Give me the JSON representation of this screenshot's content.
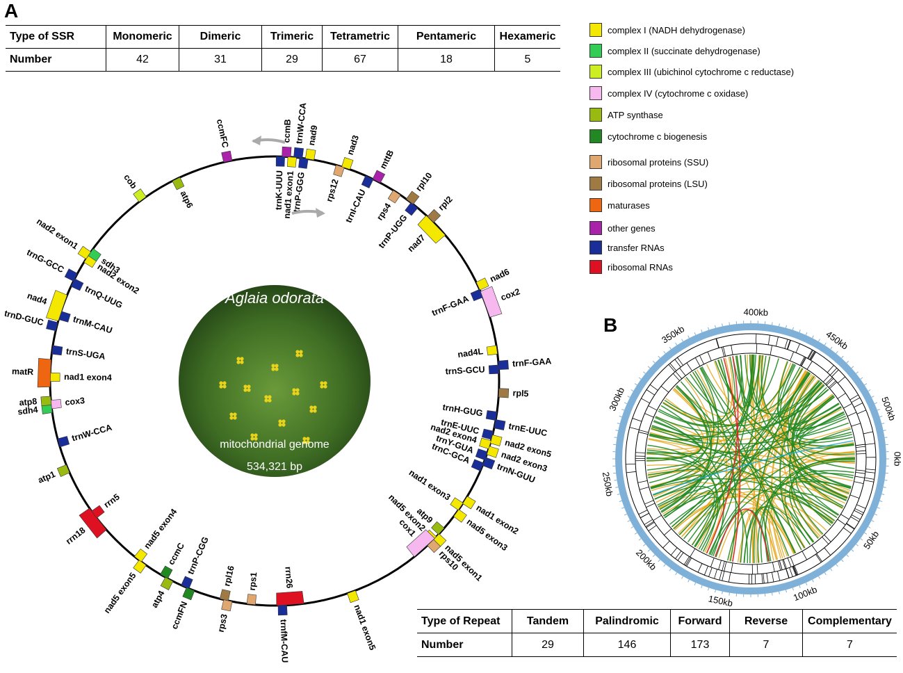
{
  "panel_a": "A",
  "panel_b": "B",
  "ssr_table": {
    "row1_label": "Type of SSR",
    "row2_label": "Number",
    "types": [
      "Monomeric",
      "Dimeric",
      "Trimeric",
      "Tetrametric",
      "Pentameric",
      "Hexameric"
    ],
    "counts": [
      "42",
      "31",
      "29",
      "67",
      "18",
      "5"
    ]
  },
  "repeat_table": {
    "row1_label": "Type of Repeat",
    "row2_label": "Number",
    "types": [
      "Tandem",
      "Palindromic",
      "Forward",
      "Reverse",
      "Complementary"
    ],
    "counts": [
      "29",
      "146",
      "173",
      "7",
      "7"
    ]
  },
  "legend": [
    {
      "label": "complex I (NADH dehydrogenase)",
      "color": "#f5e800"
    },
    {
      "label": "complex II (succinate dehydrogenase)",
      "color": "#33cc55"
    },
    {
      "label": "complex III (ubichinol cytochrome c reductase)",
      "color": "#ccee22"
    },
    {
      "label": "complex IV (cytochrome c oxidase)",
      "color": "#f7b8f0"
    },
    {
      "label": "ATP synthase",
      "color": "#99bb11"
    },
    {
      "label": "cytochrome c biogenesis",
      "color": "#228822"
    },
    {
      "label": "ribosomal proteins (SSU)",
      "color": "#e0a870"
    },
    {
      "label": "ribosomal proteins (LSU)",
      "color": "#a07a45"
    },
    {
      "label": "maturases",
      "color": "#ee6611"
    },
    {
      "label": "other genes",
      "color": "#aa22aa"
    },
    {
      "label": "transfer RNAs",
      "color": "#1a2e99"
    },
    {
      "label": "ribosomal RNAs",
      "color": "#dd1122"
    }
  ],
  "genome_map": {
    "species": "Aglaia odorata",
    "subtitle": "mitochondrial genome",
    "length": "534,321 bp",
    "genes": [
      {
        "name": "nad9",
        "pos": 9,
        "color": "#f5e800"
      },
      {
        "name": "trnP-GGG",
        "pos": 7.5,
        "color": "#1a2e99"
      },
      {
        "name": "trnW-CCA",
        "pos": 6,
        "color": "#1a2e99"
      },
      {
        "name": "nad1 exon1",
        "pos": 4.5,
        "color": "#f5e800"
      },
      {
        "name": "ccmB",
        "pos": 3,
        "color": "#aa22aa"
      },
      {
        "name": "trnK-UUU",
        "pos": 1.5,
        "color": "#1a2e99"
      },
      {
        "name": "ccmFC",
        "pos": 348,
        "color": "#aa22aa"
      },
      {
        "name": "atp6",
        "pos": 334,
        "color": "#99bb11"
      },
      {
        "name": "cob",
        "pos": 324,
        "color": "#ccee22"
      },
      {
        "name": "rps12",
        "pos": 17,
        "color": "#e0a870"
      },
      {
        "name": "nad3",
        "pos": 18.5,
        "color": "#f5e800"
      },
      {
        "name": "trnI-CAU",
        "pos": 25,
        "color": "#1a2e99"
      },
      {
        "name": "mttB",
        "pos": 27,
        "color": "#aa22aa"
      },
      {
        "name": "rps4",
        "pos": 33,
        "color": "#e0a870"
      },
      {
        "name": "rpl10",
        "pos": 37,
        "color": "#a07a45"
      },
      {
        "name": "trnP-UGG",
        "pos": 38.5,
        "color": "#1a2e99"
      },
      {
        "name": "rpl2",
        "pos": 44,
        "color": "#a07a45"
      },
      {
        "name": "nad7",
        "pos": 46,
        "color": "#f5e800"
      },
      {
        "name": "nad6",
        "pos": 65,
        "color": "#f5e800"
      },
      {
        "name": "trnF-GAA",
        "pos": 67,
        "color": "#1a2e99"
      },
      {
        "name": "cox2",
        "pos": 70,
        "color": "#f7b8f0"
      },
      {
        "name": "nad4L",
        "pos": 82,
        "color": "#f5e800"
      },
      {
        "name": "trnF-GAA",
        "pos": 86,
        "color": "#1a2e99"
      },
      {
        "name": "trnS-GCU",
        "pos": 87,
        "color": "#1a2e99"
      },
      {
        "name": "rpl5",
        "pos": 93,
        "color": "#a07a45"
      },
      {
        "name": "trnH-GUG",
        "pos": 99,
        "color": "#1a2e99"
      },
      {
        "name": "trnE-UUC",
        "pos": 101,
        "color": "#1a2e99"
      },
      {
        "name": "trnE-UUC",
        "pos": 104,
        "color": "#1a2e99"
      },
      {
        "name": "nad2 exon5",
        "pos": 105,
        "color": "#f5e800"
      },
      {
        "name": "nad2 exon4",
        "pos": 106.5,
        "color": "#f5e800"
      },
      {
        "name": "nad2 exon3",
        "pos": 108,
        "color": "#f5e800"
      },
      {
        "name": "trnY-GUA",
        "pos": 109.5,
        "color": "#1a2e99"
      },
      {
        "name": "trnN-GUU",
        "pos": 111,
        "color": "#1a2e99"
      },
      {
        "name": "trnC-GCA",
        "pos": 112.5,
        "color": "#1a2e99"
      },
      {
        "name": "nad1 exon2",
        "pos": 122,
        "color": "#f5e800"
      },
      {
        "name": "nad1 exon3",
        "pos": 124,
        "color": "#f5e800"
      },
      {
        "name": "nad5 exon3",
        "pos": 126,
        "color": "#f5e800"
      },
      {
        "name": "atp9",
        "pos": 132,
        "color": "#99bb11"
      },
      {
        "name": "nad5 exon1",
        "pos": 134,
        "color": "#f5e800"
      },
      {
        "name": "nad5 exon2",
        "pos": 135,
        "color": "#f5e800"
      },
      {
        "name": "rps10",
        "pos": 136,
        "color": "#e0a870"
      },
      {
        "name": "cox1",
        "pos": 138,
        "color": "#f7b8f0"
      },
      {
        "name": "nad1 exon5",
        "pos": 160,
        "color": "#f5e800"
      },
      {
        "name": "rrn26",
        "pos": 176,
        "color": "#dd1122"
      },
      {
        "name": "trnfM-CAU",
        "pos": 178,
        "color": "#1a2e99"
      },
      {
        "name": "rps1",
        "pos": 186,
        "color": "#e0a870"
      },
      {
        "name": "rps3",
        "pos": 192,
        "color": "#e0a870"
      },
      {
        "name": "rpl16",
        "pos": 193,
        "color": "#a07a45"
      },
      {
        "name": "ccmFN",
        "pos": 202,
        "color": "#228822"
      },
      {
        "name": "trnP-CGG",
        "pos": 203.5,
        "color": "#1a2e99"
      },
      {
        "name": "atp4",
        "pos": 208,
        "color": "#99bb11"
      },
      {
        "name": "ccmC",
        "pos": 209.5,
        "color": "#228822"
      },
      {
        "name": "nad5 exon5",
        "pos": 216,
        "color": "#f5e800"
      },
      {
        "name": "nad5 exon4",
        "pos": 217.5,
        "color": "#f5e800"
      },
      {
        "name": "rrn18",
        "pos": 232,
        "color": "#dd1122"
      },
      {
        "name": "rrn5",
        "pos": 233.5,
        "color": "#dd1122"
      },
      {
        "name": "atp1",
        "pos": 247,
        "color": "#99bb11"
      },
      {
        "name": "trnW-CCA",
        "pos": 254,
        "color": "#1a2e99"
      },
      {
        "name": "sdh4",
        "pos": 263,
        "color": "#33cc55"
      },
      {
        "name": "cox3",
        "pos": 264,
        "color": "#f7b8f0"
      },
      {
        "name": "atp8",
        "pos": 265,
        "color": "#99bb11"
      },
      {
        "name": "nad1 exon4",
        "pos": 271,
        "color": "#f5e800"
      },
      {
        "name": "matR",
        "pos": 272,
        "color": "#ee6611"
      },
      {
        "name": "trnS-UGA",
        "pos": 278,
        "color": "#1a2e99"
      },
      {
        "name": "trnD-GUC",
        "pos": 284,
        "color": "#1a2e99"
      },
      {
        "name": "trnM-CAU",
        "pos": 287,
        "color": "#1a2e99"
      },
      {
        "name": "nad4",
        "pos": 289,
        "color": "#f5e800"
      },
      {
        "name": "trnQ-UUG",
        "pos": 296,
        "color": "#1a2e99"
      },
      {
        "name": "trnG-GCC",
        "pos": 297.5,
        "color": "#1a2e99"
      },
      {
        "name": "nad2 exon2",
        "pos": 303,
        "color": "#f5e800"
      },
      {
        "name": "nad2 exon1",
        "pos": 304,
        "color": "#f5e800"
      },
      {
        "name": "sdh3",
        "pos": 305,
        "color": "#33cc55"
      }
    ]
  },
  "circos": {
    "ring_color": "#7fb0d8",
    "tick_labels": [
      "0kb",
      "50kb",
      "100kb",
      "150kb",
      "200kb",
      "250kb",
      "300kb",
      "350kb",
      "400kb",
      "450kb",
      "500kb"
    ],
    "link_colors": {
      "forward": "#228822",
      "palindromic": "#e8a820",
      "reverse": "#dd2222",
      "complementary": "#22aacc"
    }
  }
}
